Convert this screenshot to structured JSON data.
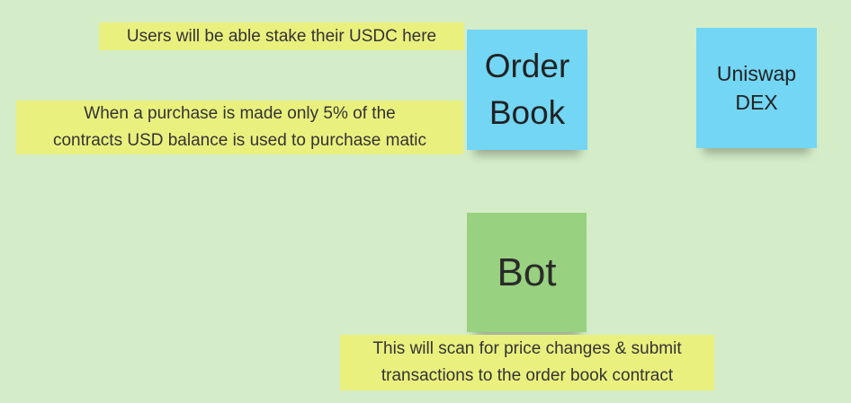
{
  "colors": {
    "background": "#d4edc8",
    "sticky_blue": "#72d6f4",
    "sticky_green": "#98d17f",
    "label_yellow": "#eaf07e"
  },
  "stickies": {
    "order_book": "Order\nBook",
    "uniswap": "Uniswap\nDEX",
    "bot": "Bot"
  },
  "labels": {
    "stake": "Users will be able stake their USDC here",
    "purchase": "When a purchase is made only 5% of the\ncontracts USD balance is used to purchase matic",
    "scan": "This will scan for price changes & submit\ntransactions to the order book contract"
  }
}
